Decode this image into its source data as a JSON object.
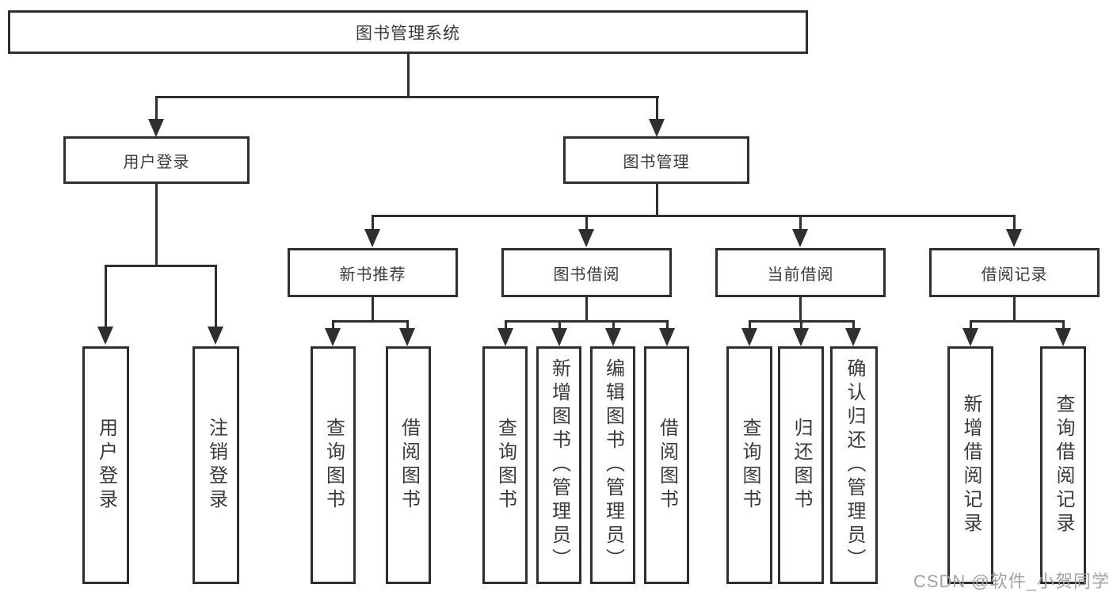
{
  "diagram": {
    "root": {
      "label": "图书管理系统"
    },
    "branches": [
      {
        "label": "用户登录",
        "leaves": [
          {
            "label": "用户登录"
          },
          {
            "label": "注销登录"
          }
        ]
      },
      {
        "label": "图书管理",
        "groups": [
          {
            "label": "新书推荐",
            "leaves": [
              {
                "label": "查询图书"
              },
              {
                "label": "借阅图书"
              }
            ]
          },
          {
            "label": "图书借阅",
            "leaves": [
              {
                "label": "查询图书"
              },
              {
                "label": "新增图书（管理员）"
              },
              {
                "label": "编辑图书（管理员）"
              },
              {
                "label": "借阅图书"
              }
            ]
          },
          {
            "label": "当前借阅",
            "leaves": [
              {
                "label": "查询图书"
              },
              {
                "label": "归还图书"
              },
              {
                "label": "确认归还（管理员）"
              }
            ]
          },
          {
            "label": "借阅记录",
            "leaves": [
              {
                "label": "新增借阅记录"
              },
              {
                "label": "查询借阅记录"
              }
            ]
          }
        ]
      }
    ]
  },
  "watermark": "CSDN @软件_小贺同学"
}
